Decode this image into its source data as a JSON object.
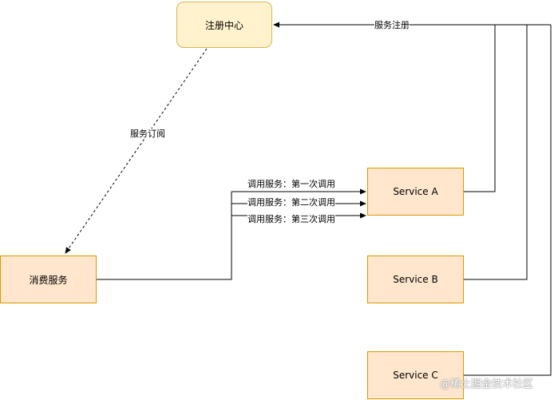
{
  "nodes": {
    "registry": "注册中心",
    "consumer": "消费服务",
    "service_a": "Service A",
    "service_b": "Service B",
    "service_c": "Service C"
  },
  "edges": {
    "register": "服务注册",
    "subscribe": "服务订阅",
    "call_1": "调用服务：第一次调用",
    "call_2": "调用服务：第二次调用",
    "call_3": "调用服务：第三次调用"
  },
  "watermark": "@稀土掘金技术社区",
  "colors": {
    "registry_fill": "#fff2cc",
    "registry_border": "#d6b656",
    "service_fill": "#ffe6cc",
    "service_border": "#d79b00",
    "line": "#000000"
  }
}
